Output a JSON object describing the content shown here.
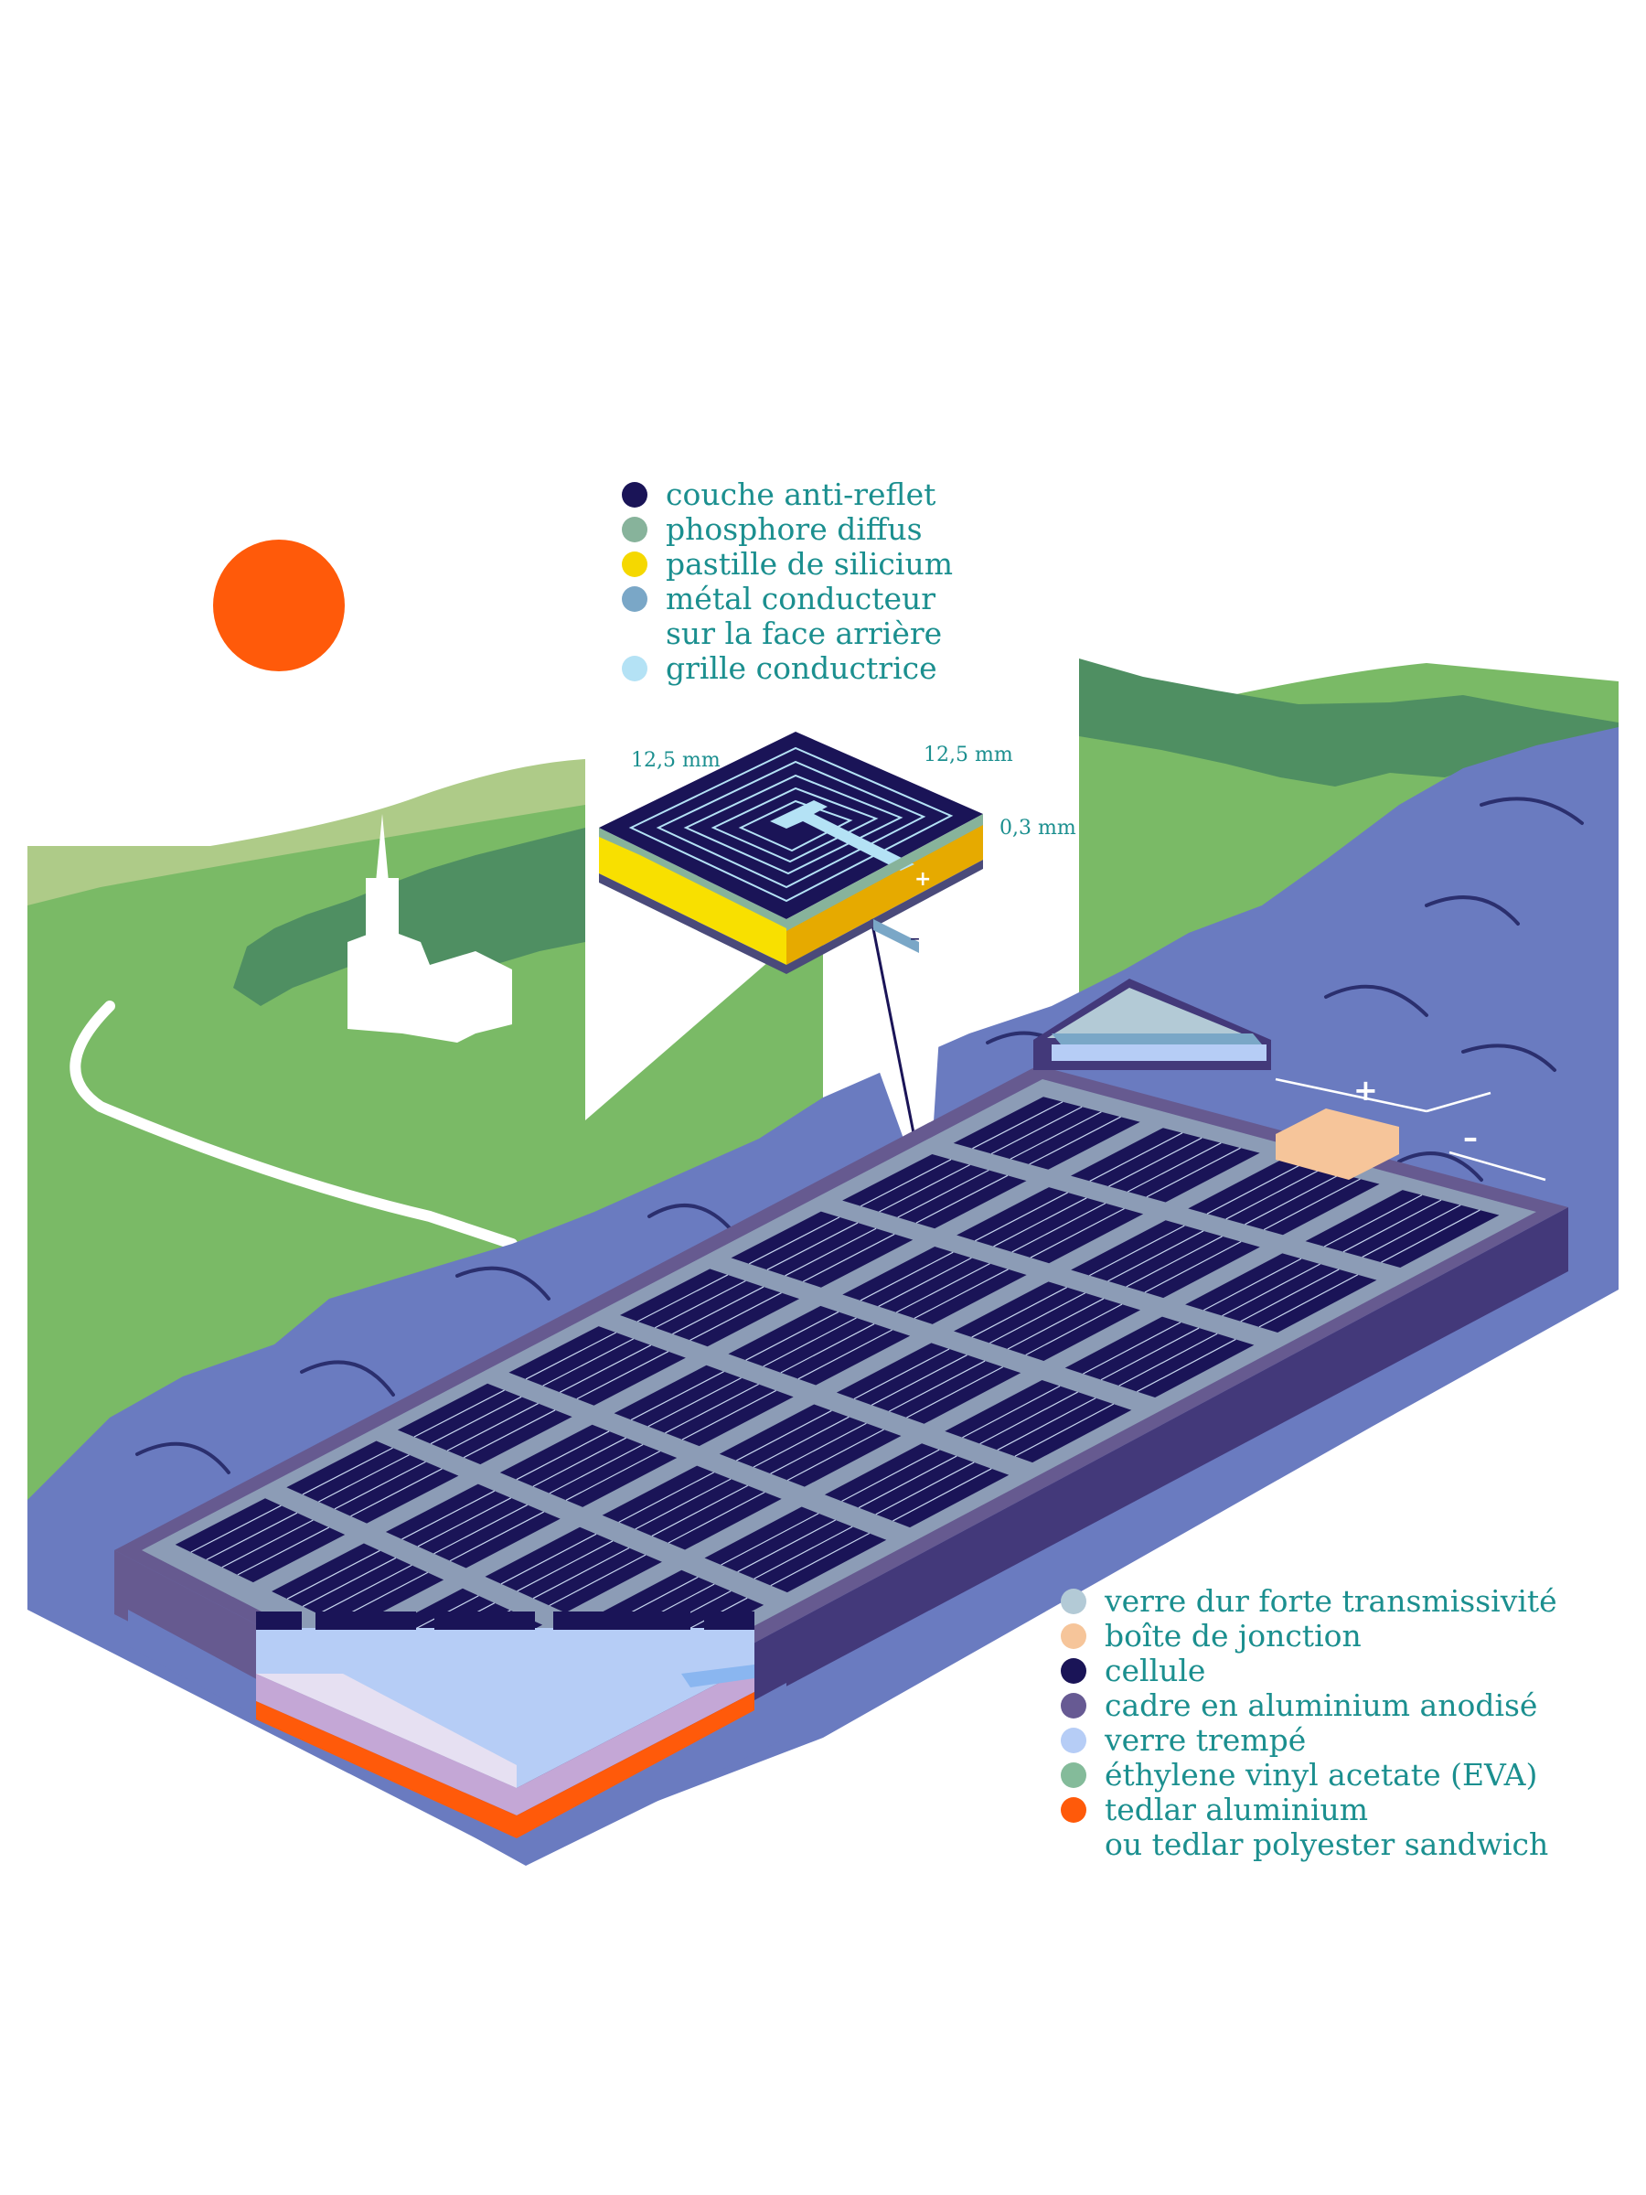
{
  "colors": {
    "sun": "#ff5a0a",
    "grass": "#7aba66",
    "grass_light": "#aecb88",
    "forest": "#4f8f62",
    "water": "#6a7bc0",
    "frame_side": "#43397a",
    "frame_top": "#8c9cb6",
    "cell": "#1a1457",
    "grid_line": "#a9b8cf",
    "label_text": "#1b8f8f"
  },
  "cell_detail": {
    "legend": [
      {
        "label": "couche anti-reflet",
        "color": "#1a1457",
        "icon": "dot"
      },
      {
        "label": "phosphore diffus",
        "color": "#87b39b",
        "icon": "dot"
      },
      {
        "label": "pastille de silicium",
        "color": "#f5d800",
        "icon": "dot"
      },
      {
        "label": "métal conducteur",
        "label2": "sur la face arrière",
        "color": "#7aa7c7",
        "icon": "dot"
      },
      {
        "label": "grille conductrice",
        "color": "#b4e2f5",
        "icon": "dot"
      }
    ],
    "dims": {
      "width": "12,5 mm",
      "depth": "12,5 mm",
      "thickness": "0,3 mm"
    },
    "plus": "+",
    "minus": "–"
  },
  "module": {
    "plus": "+",
    "minus": "–",
    "legend": [
      {
        "label": "verre dur forte transmissivité",
        "color": "#b3cad6",
        "icon": "dot"
      },
      {
        "label": "boîte de jonction",
        "color": "#f6c59a",
        "icon": "dot"
      },
      {
        "label": "cellule",
        "color": "#1a1457",
        "icon": "dot"
      },
      {
        "label": "cadre en aluminium anodisé",
        "color": "#675a93",
        "icon": "dot"
      },
      {
        "label": "verre trempé",
        "color": "#b6cdf6",
        "icon": "dot"
      },
      {
        "label": "éthylene vinyl acetate (EVA)",
        "color": "#84bb9a",
        "icon": "dot"
      },
      {
        "label": "tedlar aluminium",
        "label2": "ou tedlar polyester sandwich",
        "color": "#ff5a0a",
        "icon": "dot"
      }
    ]
  }
}
